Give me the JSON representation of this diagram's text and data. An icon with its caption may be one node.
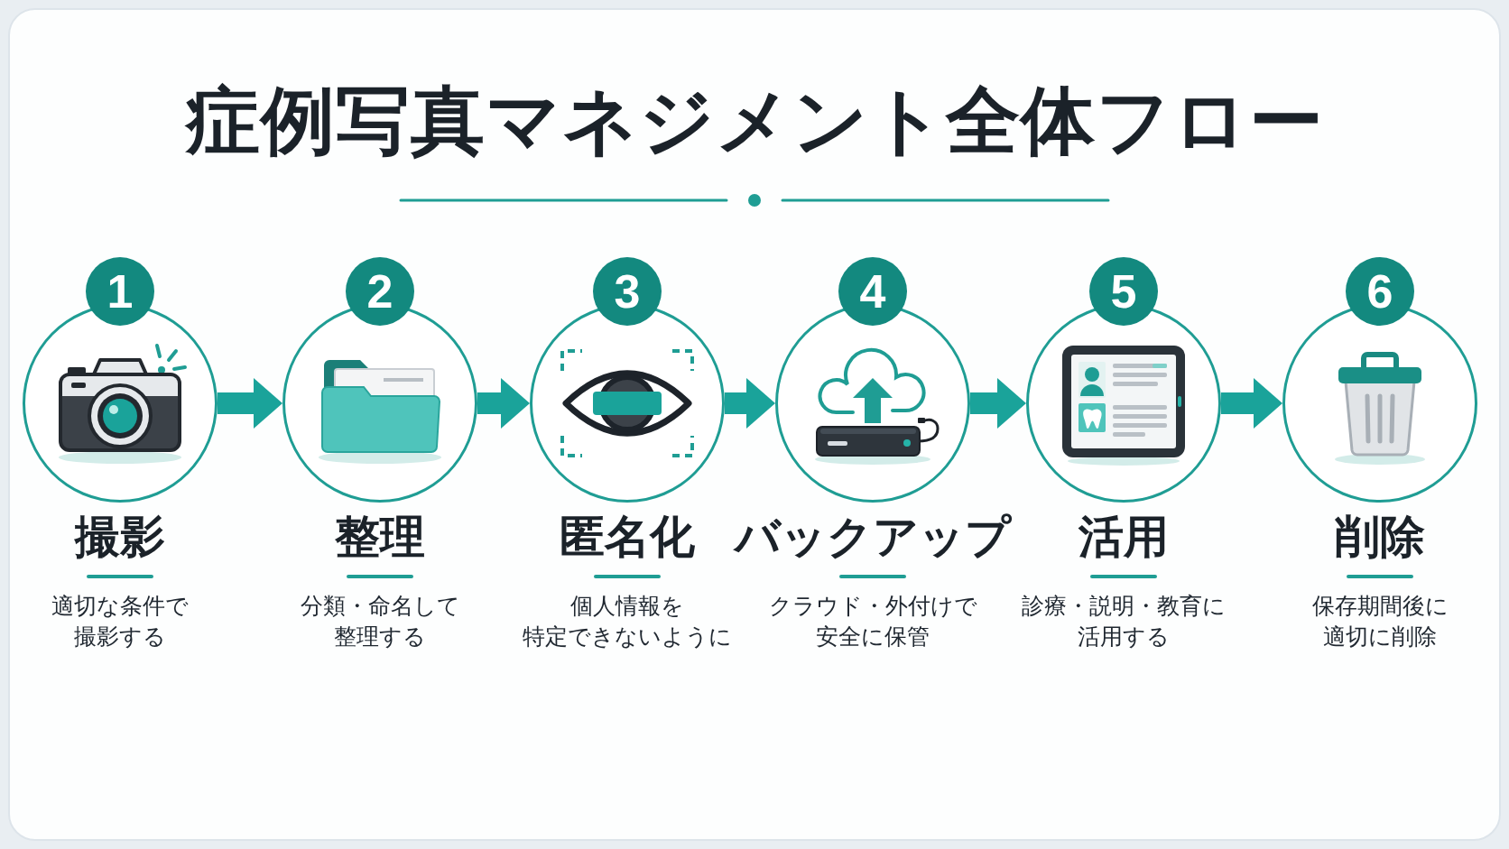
{
  "diagram": {
    "title": "症例写真マネジメント全体フロー",
    "nodes": [
      {
        "text": [
          "1",
          "撮影",
          "適切な条件で撮影する"
        ]
      },
      {
        "text": [
          "2",
          "整理",
          "分類・命名して整理する"
        ]
      },
      {
        "text": [
          "3",
          "匿名化",
          "個人情報を特定できないように"
        ]
      },
      {
        "text": [
          "4",
          "バックアップ",
          "クラウド・外付けで安全に保管"
        ]
      },
      {
        "text": [
          "5",
          "活用",
          "診療・説明・教育に活用する"
        ]
      },
      {
        "text": [
          "6",
          "削除",
          "保存期間後に適切に削除"
        ]
      }
    ],
    "edges": [
      {
        "from": 0,
        "to": 1,
        "arrow": "to"
      },
      {
        "from": 1,
        "to": 2,
        "arrow": "to"
      },
      {
        "from": 2,
        "to": 3,
        "arrow": "to"
      },
      {
        "from": 3,
        "to": 4,
        "arrow": "to"
      },
      {
        "from": 4,
        "to": 5,
        "arrow": "to"
      }
    ]
  }
}
